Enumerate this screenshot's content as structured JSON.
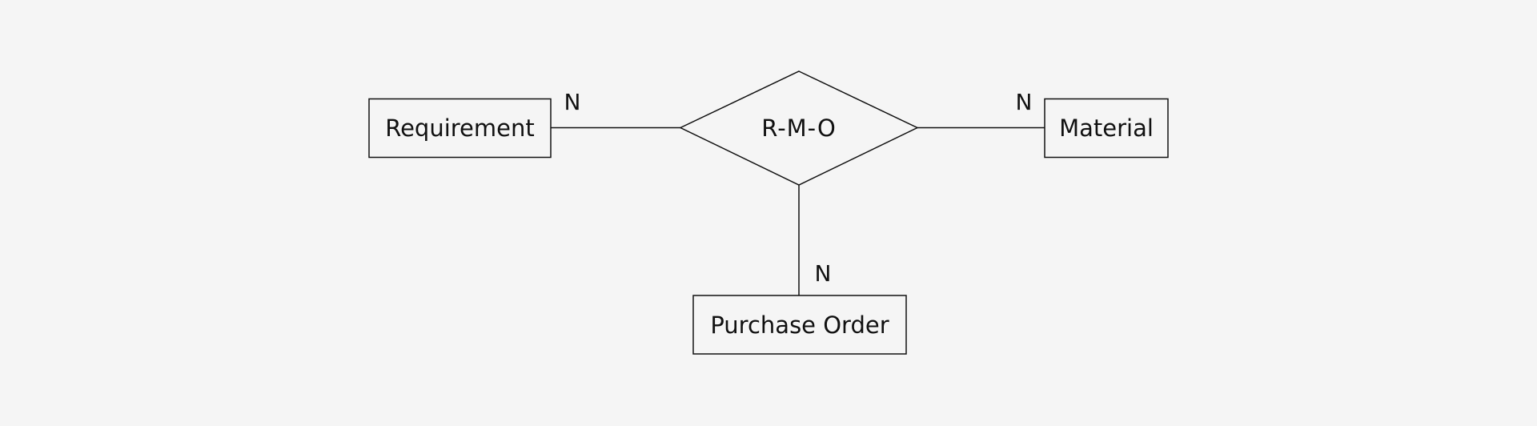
{
  "diagram": {
    "type": "er-diagram",
    "relationship": {
      "label": "R-M-O"
    },
    "entities": {
      "requirement": "Requirement",
      "material": "Material",
      "purchase_order": "Purchase Order"
    },
    "cardinalities": {
      "requirement": "N",
      "material": "N",
      "purchase_order": "N"
    },
    "colors": {
      "background": "#f5f5f5",
      "stroke": "#111111",
      "text": "#111111"
    }
  }
}
